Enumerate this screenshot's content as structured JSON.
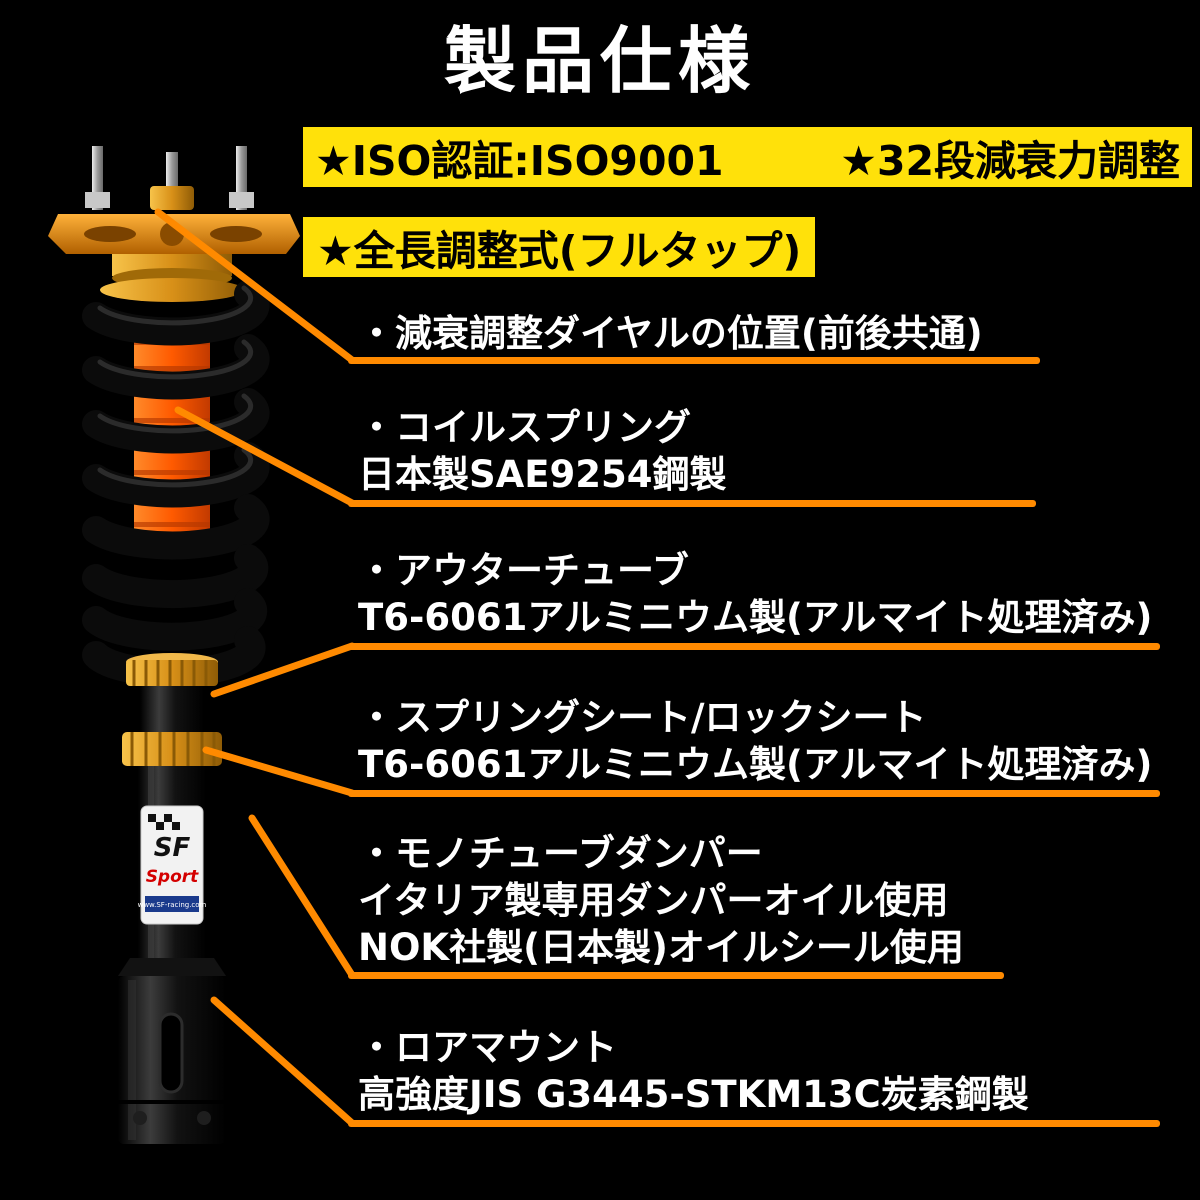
{
  "title": "製品仕様",
  "badges": {
    "line1_left": "★ISO認証:ISO9001",
    "line1_right": "★32段減衰力調整",
    "line2": "★全長調整式(フルタップ)"
  },
  "callouts": [
    {
      "name": "damping-dial",
      "lines": [
        "・減衰調整ダイヤルの位置(前後共通)"
      ]
    },
    {
      "name": "coil-spring",
      "lines": [
        "・コイルスプリング",
        "日本製SAE9254鋼製"
      ]
    },
    {
      "name": "outer-tube",
      "lines": [
        "・アウターチューブ",
        "T6-6061アルミニウム製(アルマイト処理済み)"
      ]
    },
    {
      "name": "spring-seat",
      "lines": [
        "・スプリングシート/ロックシート",
        "T6-6061アルミニウム製(アルマイト処理済み)"
      ]
    },
    {
      "name": "monotube-damper",
      "lines": [
        "・モノチューブダンパー",
        "イタリア製専用ダンパーオイル使用",
        "NOK社製(日本製)オイルシール使用"
      ]
    },
    {
      "name": "lower-mount",
      "lines": [
        "・ロアマウント",
        "高強度JIS G3445-STKM13C炭素鋼製"
      ]
    }
  ],
  "product_sticker": {
    "brand": "SF",
    "series": "Sport",
    "website": "www.SF-racing.com"
  },
  "colors": {
    "background": "#000000",
    "highlight_yellow": "#ffe10a",
    "accent_orange": "#ff8a00",
    "text_white": "#ffffff",
    "spring_orange": "#ff5a00",
    "gold": "#d89018"
  }
}
